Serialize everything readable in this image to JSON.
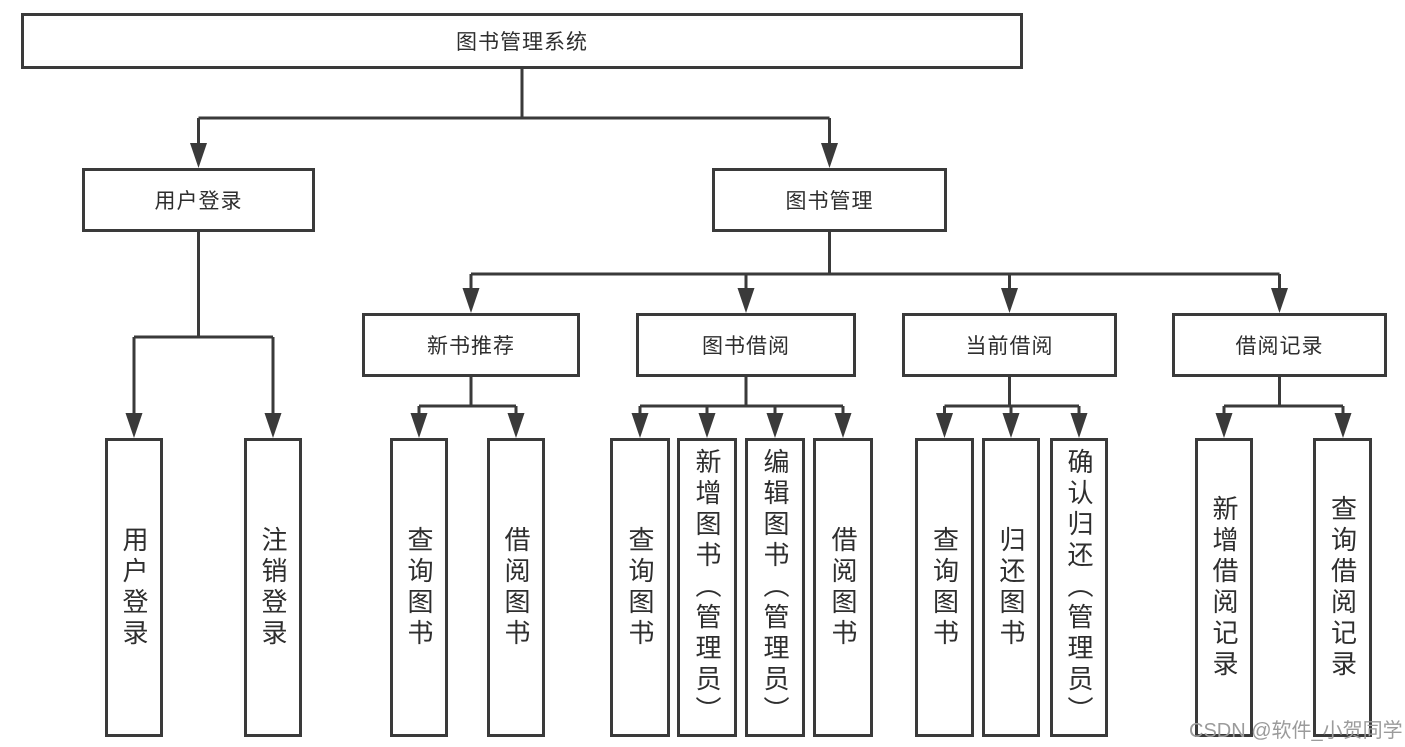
{
  "colors": {
    "line": "#3a3a3a",
    "text": "#2e2e2e",
    "watermark": "#9b9b9b",
    "background": "#ffffff"
  },
  "tree": {
    "root": "图书管理系统",
    "branches": [
      {
        "label": "用户登录",
        "children": [
          "用户登录",
          "注销登录"
        ]
      },
      {
        "label": "图书管理",
        "groups": [
          {
            "label": "新书推荐",
            "children": [
              "查询图书",
              "借阅图书"
            ]
          },
          {
            "label": "图书借阅",
            "children": [
              "查询图书",
              "新增图书（管理员）",
              "编辑图书（管理员）",
              "借阅图书"
            ]
          },
          {
            "label": "当前借阅",
            "children": [
              "查询图书",
              "归还图书",
              "确认归还（管理员）"
            ]
          },
          {
            "label": "借阅记录",
            "children": [
              "新增借阅记录",
              "查询借阅记录"
            ]
          }
        ]
      }
    ]
  },
  "watermark": {
    "text": "CSDN @软件_小贺同学"
  }
}
